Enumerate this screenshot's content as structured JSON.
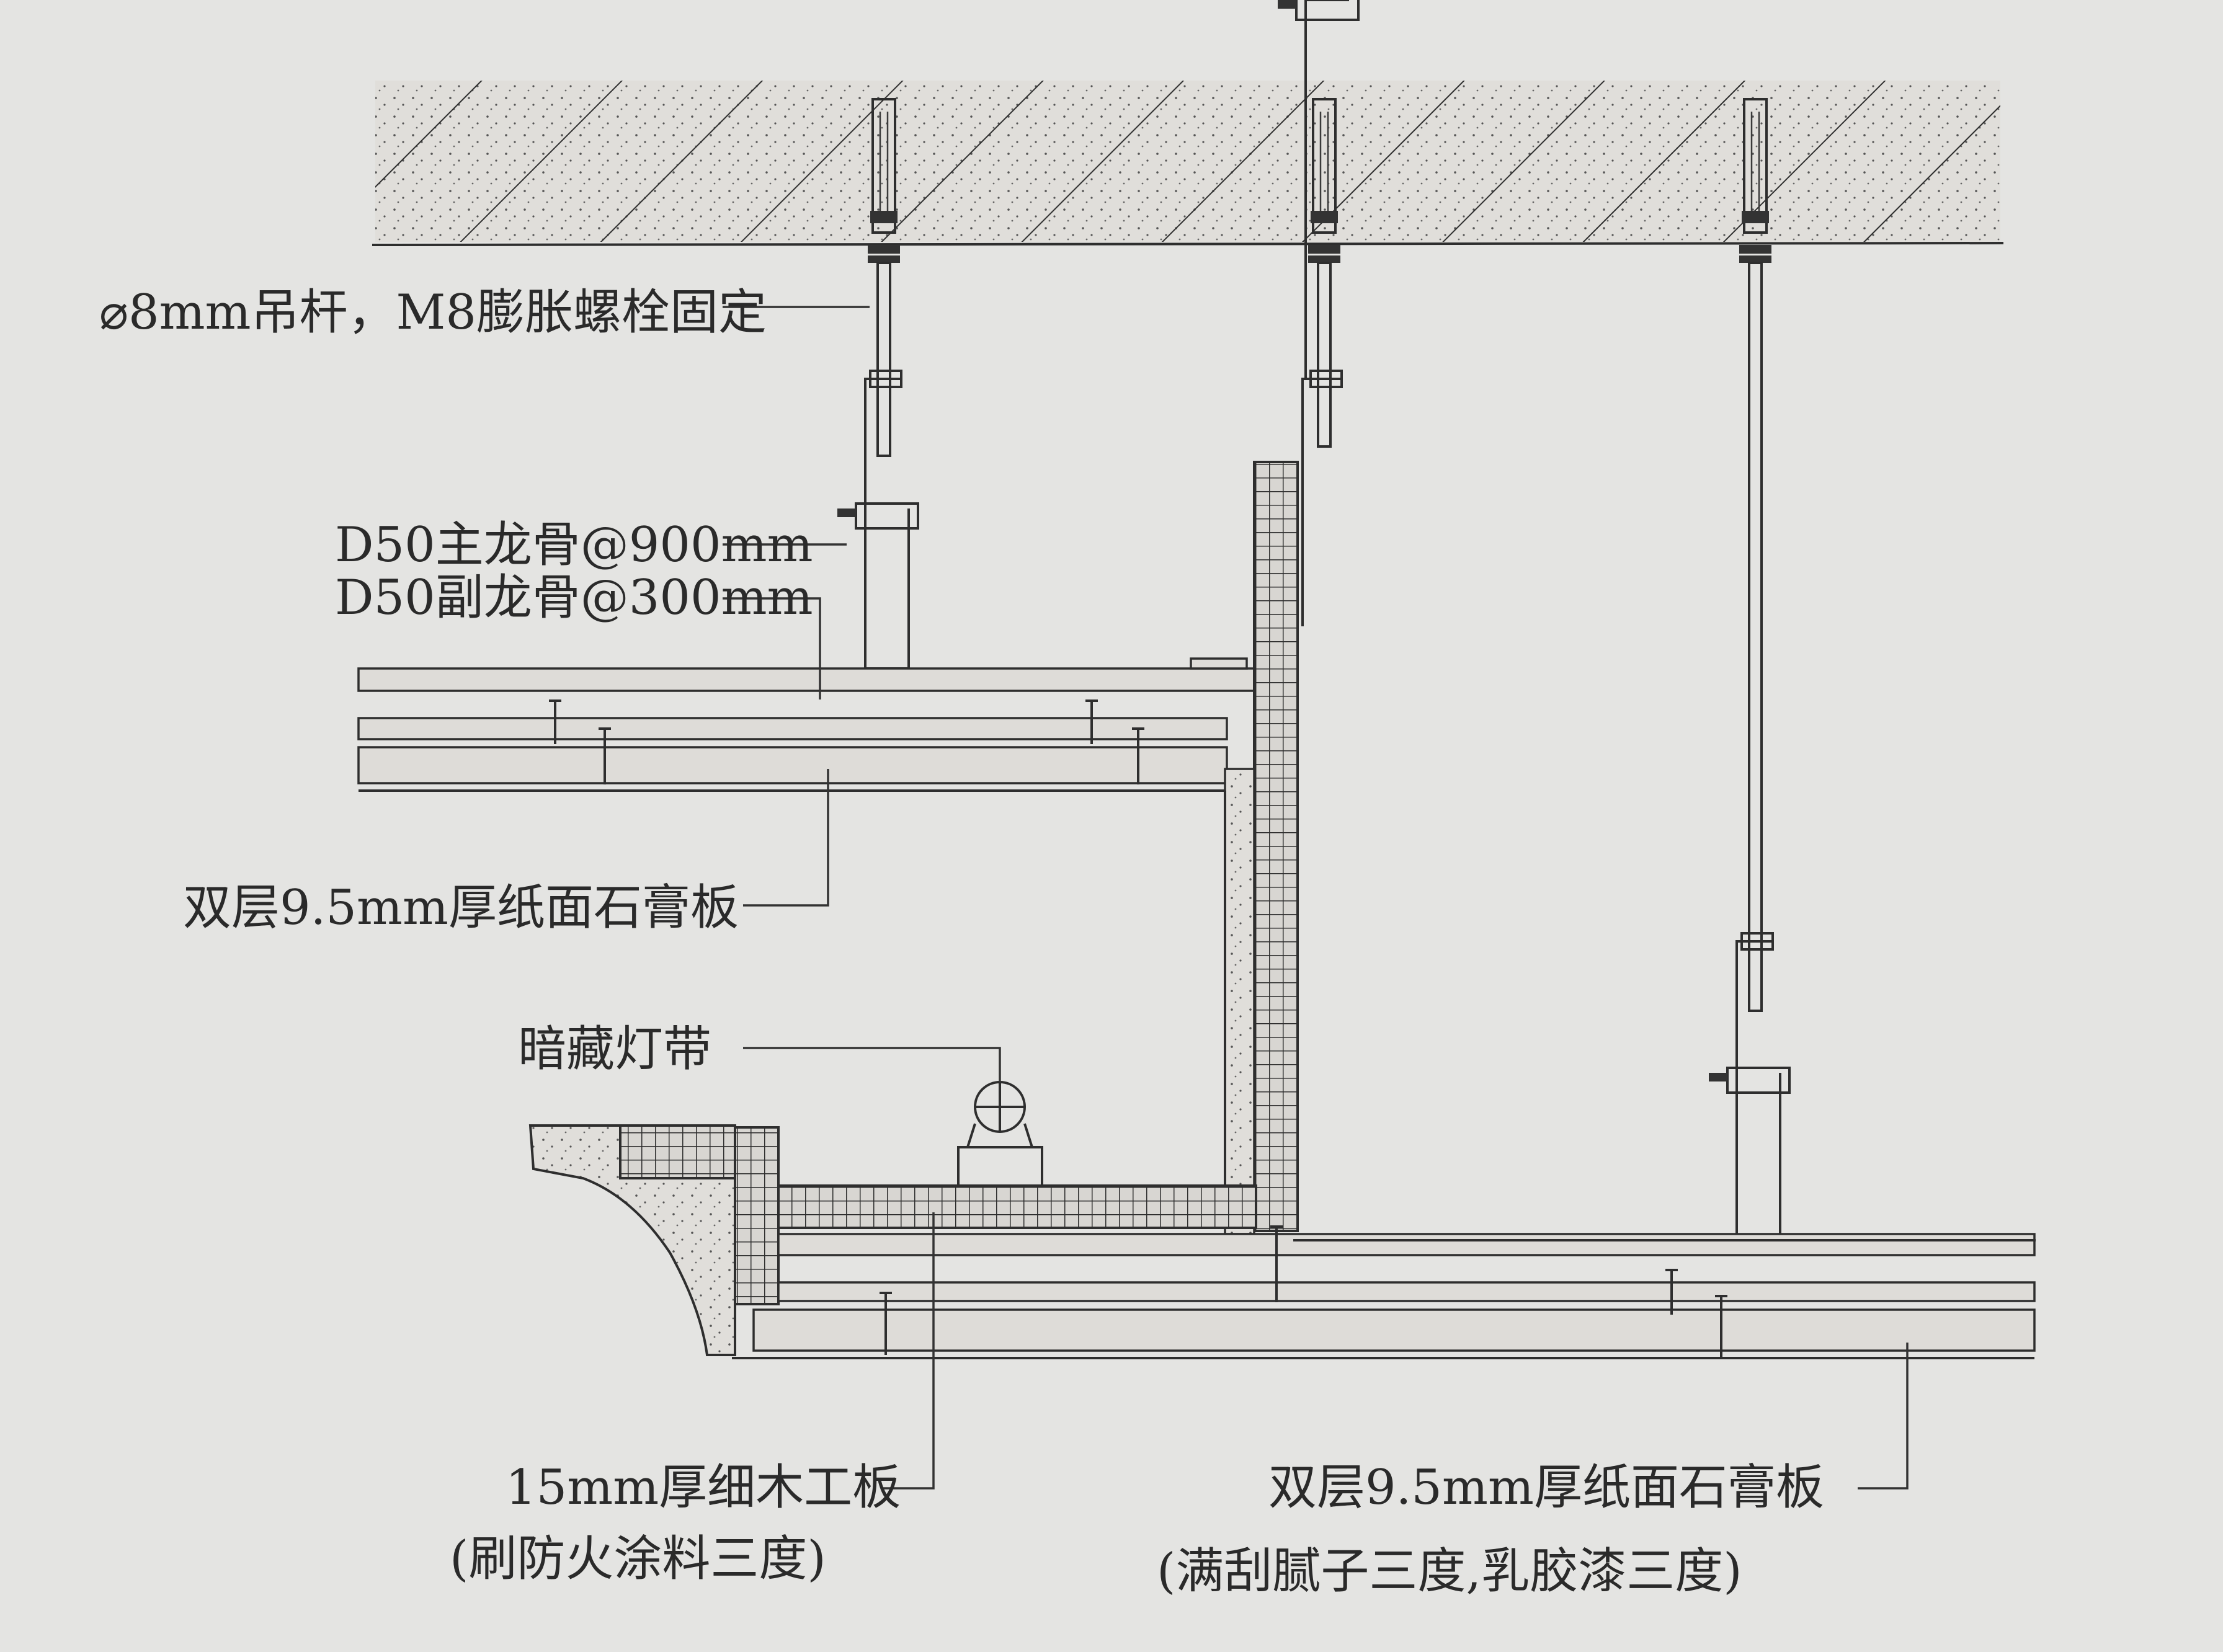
{
  "labels": {
    "hanger": "⌀8mm吊杆，M8膨胀螺栓固定",
    "main_keel": "D50主龙骨@900mm",
    "secondary_keel": "D50副龙骨@300mm",
    "upper_board": "双层9.5mm厚纸面石膏板",
    "light_strip": "暗藏灯带",
    "plywood_line1": "15mm厚细木工板",
    "plywood_line2": "(刷防火涂料三度)",
    "lower_board_line1": "双层9.5mm厚纸面石膏板",
    "lower_board_line2": "(满刮腻子三度,乳胶漆三度)"
  },
  "icons": {
    "concrete": "concrete-slab-hatch",
    "bolt": "expansion-bolt-icon",
    "lamp": "light-fixture-icon",
    "screw": "self-tapping-screw-icon"
  },
  "colors": {
    "line": "#2e2e2e",
    "paper": "#e4e4e2",
    "board_fill": "#dedcd8"
  }
}
